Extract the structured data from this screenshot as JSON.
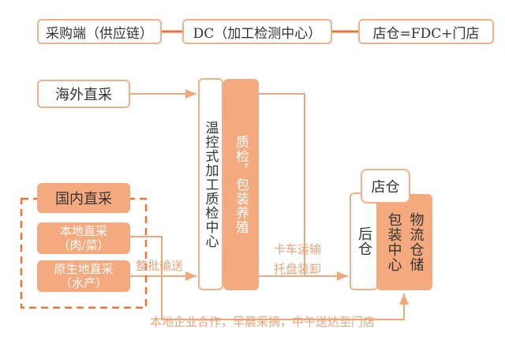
{
  "top": {
    "procurement": "采购端（供应链）",
    "dc": "DC（加工检测中心）",
    "store": "店仓=FDC+门店"
  },
  "sources": {
    "overseas": "海外直采",
    "domestic": "国内直采",
    "local": "本地直采",
    "local_sub": "（肉/菜）",
    "origin": "原生地直采",
    "origin_sub": "（水产）"
  },
  "center": {
    "processing": "温控式加工质检中心",
    "qc": "质检，包装养殖"
  },
  "labels": {
    "bulk": "整批输送",
    "truck": "卡车运输",
    "pallet": "托盘装卸",
    "bottom": "本地企业合作，早晨采摘，中午送达至门店"
  },
  "store": {
    "store_wh": "店仓",
    "back_wh": "后仓",
    "pack": "包装中心",
    "logistics": "物流仓储"
  },
  "colors": {
    "accent": "#f4aa7e",
    "line": "#f0a878",
    "connector": "#e8743a"
  }
}
